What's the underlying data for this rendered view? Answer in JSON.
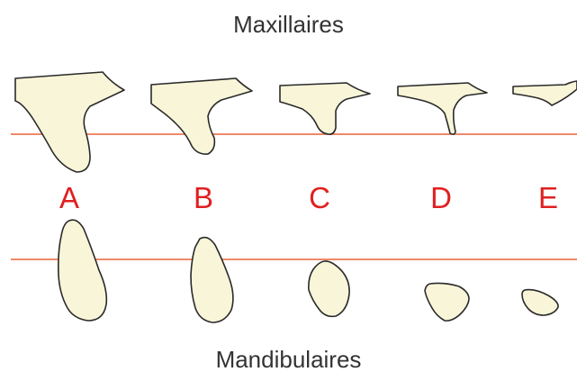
{
  "diagram": {
    "title_top": "Maxillaires",
    "title_bottom": "Mandibulaires",
    "stages": [
      "A",
      "B",
      "C",
      "D",
      "E"
    ],
    "colors": {
      "bone_fill": "#f9f5d8",
      "outline": "#2a2a2a",
      "reference_line": "#e8623a",
      "letters": "#e02020",
      "titles": "#333333"
    }
  }
}
